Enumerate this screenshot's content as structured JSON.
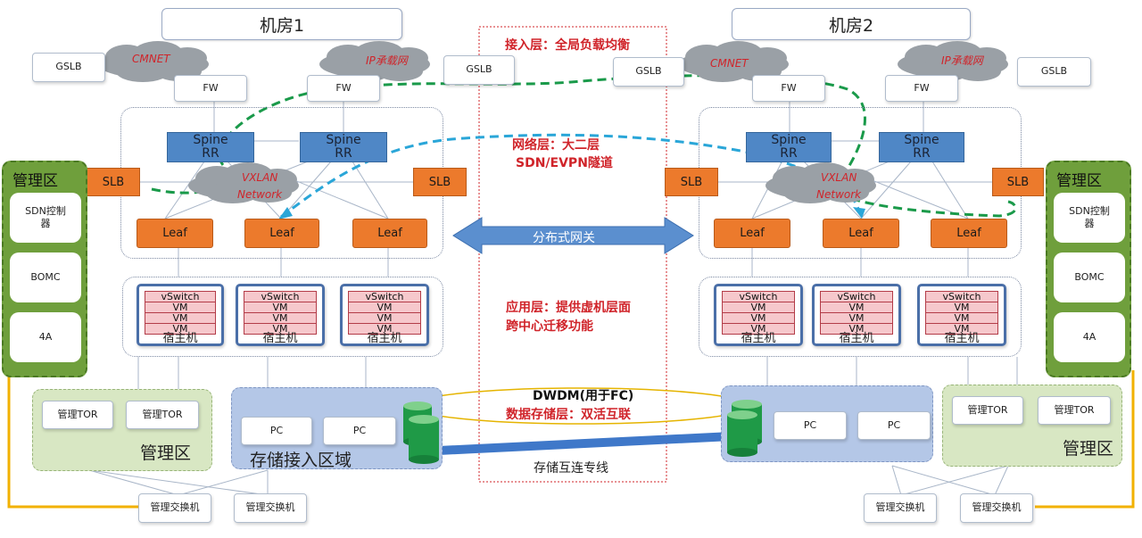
{
  "rooms": {
    "left": "机房1",
    "right": "机房2"
  },
  "wan": {
    "cmnet": "CMNET",
    "ip": "IP承载网",
    "gslb": "GSLB",
    "fw": "FW"
  },
  "fabric": {
    "spine": "Spine",
    "rr": "RR",
    "slb": "SLB",
    "vxlan1": "VXLAN",
    "vxlan2": "Network",
    "leaf": "Leaf"
  },
  "host": {
    "vswitch": "vSwitch",
    "vm": "VM",
    "label": "宿主机"
  },
  "mgmt": {
    "title": "管理区",
    "sdn": "SDN控制器",
    "bomc": "BOMC",
    "aaa": "4A",
    "tor": "管理TOR",
    "switch": "管理交换机"
  },
  "storage": {
    "zone": "存储接入区域",
    "pc": "PC",
    "link": "存储互连专线"
  },
  "center": {
    "access": "接入层：全局负载均衡",
    "network1": "网络层：大二层",
    "network2": "SDN/EVPN隧道",
    "gateway": "分布式网关",
    "app1": "应用层：提供虚机层面",
    "app2": "跨中心迁移功能",
    "dwdm": "DWDM(用于FC)",
    "data": "数据存储层：双活互联"
  },
  "colors": {
    "accent_red": "#d0242a",
    "spine_blue": "#4f87c6",
    "leaf_orange": "#ec7a2c",
    "mgmt_green": "#6f9f3c",
    "storage_blue": "#b4c7e7",
    "dashed_green": "#1a9a4a",
    "dashed_blue": "#2aa6d8",
    "arrow_blue": "#5b8fcf"
  }
}
